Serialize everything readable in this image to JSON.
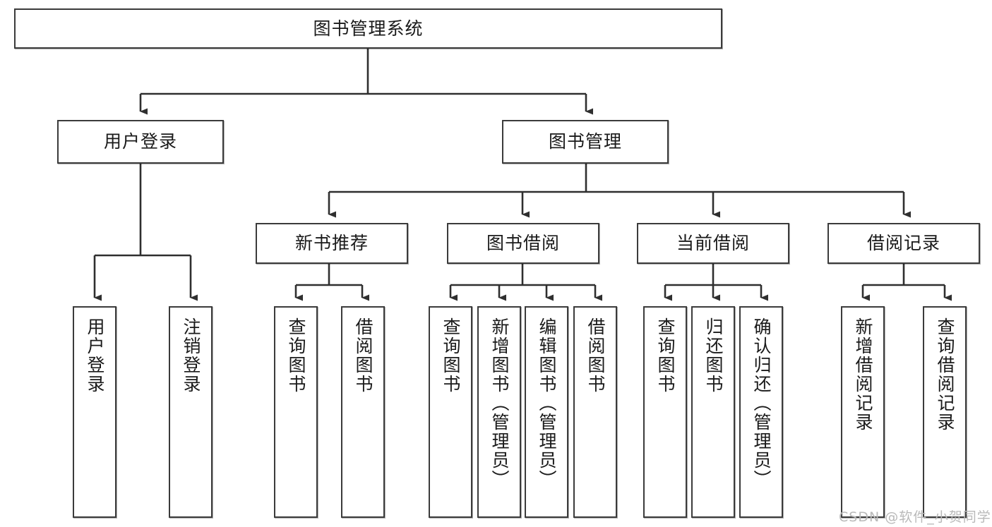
{
  "diagram": {
    "type": "tree",
    "root": {
      "id": "root",
      "label": "图书管理系统"
    },
    "level2": [
      {
        "id": "user-login",
        "label": "用户登录"
      },
      {
        "id": "book-manage",
        "label": "图书管理"
      }
    ],
    "level3": [
      {
        "id": "new-book-rec",
        "label": "新书推荐",
        "parent": "book-manage"
      },
      {
        "id": "book-borrow",
        "label": "图书借阅",
        "parent": "book-manage"
      },
      {
        "id": "current-borrow",
        "label": "当前借阅",
        "parent": "book-manage"
      },
      {
        "id": "borrow-record",
        "label": "借阅记录",
        "parent": "book-manage"
      }
    ],
    "leaves": [
      {
        "id": "leaf-1",
        "label": "用户登录",
        "parent": "user-login"
      },
      {
        "id": "leaf-2",
        "label": "注销登录",
        "parent": "user-login"
      },
      {
        "id": "leaf-3",
        "label": "查询图书",
        "parent": "new-book-rec"
      },
      {
        "id": "leaf-4",
        "label": "借阅图书",
        "parent": "new-book-rec"
      },
      {
        "id": "leaf-5",
        "label": "查询图书",
        "parent": "book-borrow"
      },
      {
        "id": "leaf-6",
        "label": "新增图书（管理员）",
        "parent": "book-borrow"
      },
      {
        "id": "leaf-7",
        "label": "编辑图书（管理员）",
        "parent": "book-borrow"
      },
      {
        "id": "leaf-8",
        "label": "借阅图书",
        "parent": "book-borrow"
      },
      {
        "id": "leaf-9",
        "label": "查询图书",
        "parent": "current-borrow"
      },
      {
        "id": "leaf-10",
        "label": "归还图书",
        "parent": "current-borrow"
      },
      {
        "id": "leaf-11",
        "label": "确认归还（管理员）",
        "parent": "current-borrow"
      },
      {
        "id": "leaf-12",
        "label": "新增借阅记录",
        "parent": "borrow-record"
      },
      {
        "id": "leaf-13",
        "label": "查询借阅记录",
        "parent": "borrow-record"
      }
    ],
    "colors": {
      "box_border": "#3b3b3b",
      "box_fill": "#ffffff",
      "line": "#2f2f2f",
      "text": "#1a1a1a",
      "background": "#ffffff",
      "watermark": "#b9b9b9"
    }
  },
  "watermark": {
    "text": "CSDN @软件_小贺同学"
  }
}
